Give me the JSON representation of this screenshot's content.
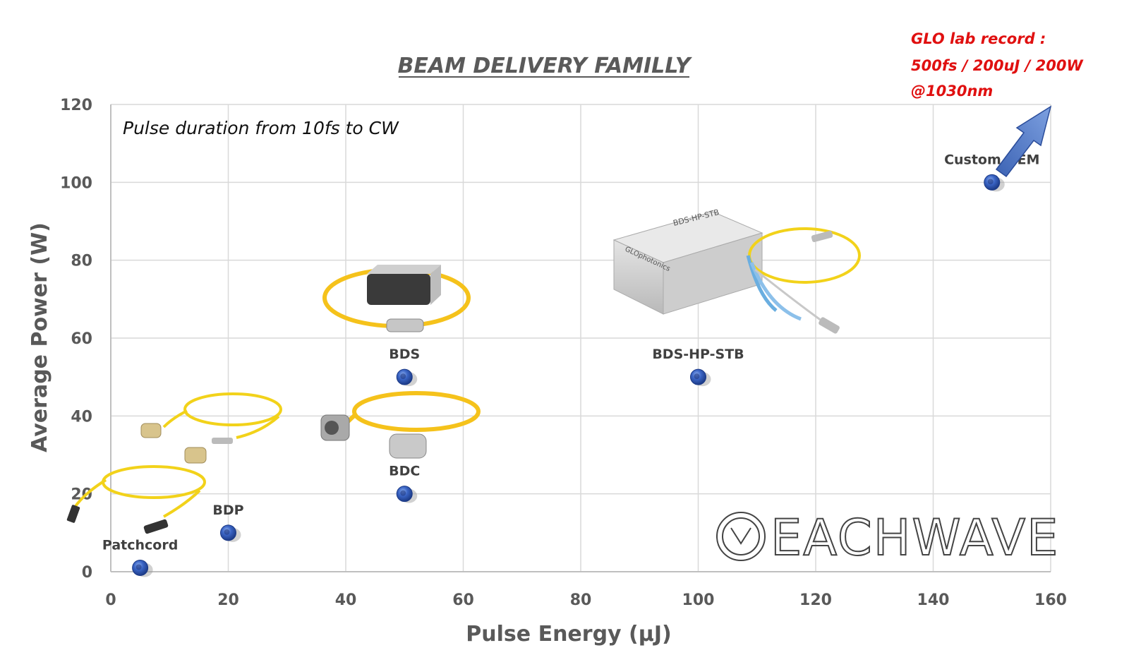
{
  "chart_data": {
    "type": "scatter",
    "title": "BEAM DELIVERY FAMILLY",
    "xlabel": "Pulse Energy (µJ)",
    "ylabel": "Average Power (W)",
    "xlim": [
      0,
      160
    ],
    "ylim": [
      0,
      120
    ],
    "xticks": [
      0,
      20,
      40,
      60,
      80,
      100,
      120,
      140,
      160
    ],
    "yticks": [
      0,
      20,
      40,
      60,
      80,
      100,
      120
    ],
    "grid": true,
    "points": [
      {
        "label": "Patchcord",
        "x": 5,
        "y": 1
      },
      {
        "label": "BDP",
        "x": 20,
        "y": 10
      },
      {
        "label": "BDC",
        "x": 50,
        "y": 20
      },
      {
        "label": "BDS",
        "x": 50,
        "y": 50
      },
      {
        "label": "BDS-HP-STB",
        "x": 100,
        "y": 50
      },
      {
        "label": "Custom OEM",
        "x": 150,
        "y": 100
      }
    ],
    "annotation": "Pulse duration from 10fs to CW",
    "record_annotation": [
      "GLO lab record :",
      "500fs / 200uJ / 200W",
      "@1030nm"
    ],
    "colors": {
      "point": "#2f58b8",
      "grid": "#d9d9d9",
      "record": "#e01010",
      "arrow": "#4a72c0"
    }
  },
  "images": {
    "bds_hp_stb_box_label": "BDS-HP-STB",
    "bds_hp_stb_brand": "GLOphotonics",
    "watermark": "EACHWAVE"
  }
}
